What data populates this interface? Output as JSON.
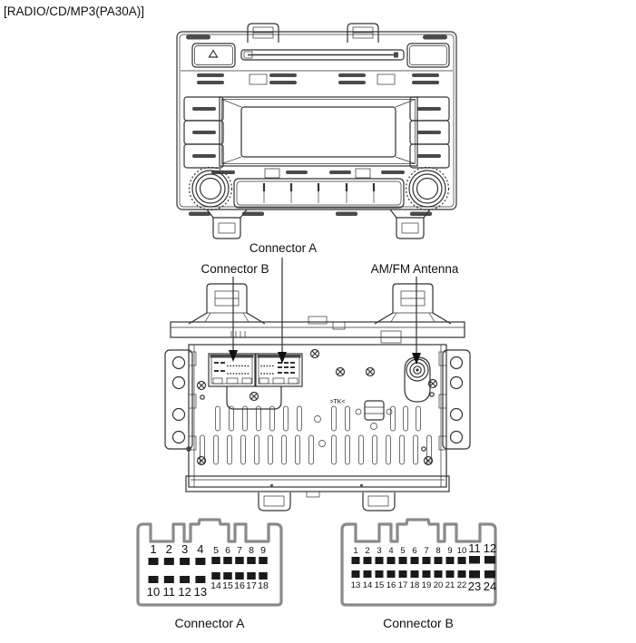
{
  "page": {
    "title": "[RADIO/CD/MP3(PA30A)]"
  },
  "callouts": {
    "connector_a": "Connector A",
    "connector_b": "Connector B",
    "antenna": "AM/FM Antenna"
  },
  "connectors": {
    "a": {
      "label": "Connector A",
      "groups": {
        "left_top": [
          "1",
          "2",
          "3",
          "4"
        ],
        "right_top": [
          "5",
          "6",
          "7",
          "8",
          "9"
        ],
        "left_bottom": [
          "10",
          "11",
          "12",
          "13"
        ],
        "right_bottom": [
          "14",
          "15",
          "16",
          "17",
          "18"
        ]
      }
    },
    "b": {
      "label": "Connector B",
      "groups": {
        "left_top": [
          "1",
          "2",
          "3",
          "4",
          "5",
          "6",
          "7",
          "8",
          "9",
          "10"
        ],
        "right_top": [
          "11",
          "12"
        ],
        "left_bottom": [
          "13",
          "14",
          "15",
          "16",
          "17",
          "18",
          "19",
          "20",
          "21",
          "22"
        ],
        "right_bottom": [
          "23",
          "24"
        ]
      }
    }
  },
  "rear": {
    "marking": ">TK<"
  },
  "colors": {
    "line": "#333333",
    "connector_outline": "#8a8a8a",
    "pin": "#1a1a1a",
    "text": "#111111",
    "background": "#ffffff"
  }
}
